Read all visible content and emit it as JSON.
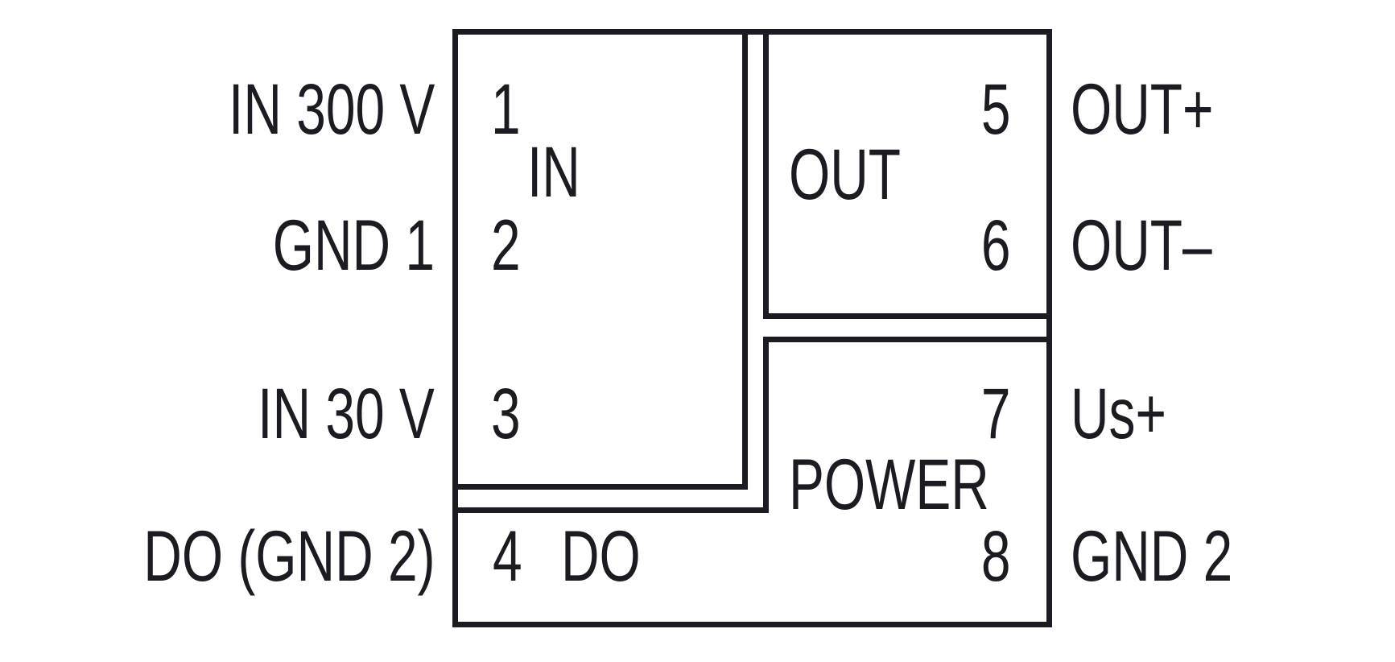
{
  "diagram": {
    "type": "terminal-connection-diagram",
    "colors": {
      "line": "#1a1c22",
      "background": "#ffffff"
    },
    "blocks": {
      "in": "IN",
      "out": "OUT",
      "power": "POWER",
      "do": "DO"
    },
    "pins": [
      {
        "number": "1",
        "external_label": "IN 300 V",
        "side": "left",
        "block": "IN"
      },
      {
        "number": "2",
        "external_label": "GND 1",
        "side": "left",
        "block": "IN"
      },
      {
        "number": "3",
        "external_label": "IN 30 V",
        "side": "left",
        "block": "IN"
      },
      {
        "number": "4",
        "external_label": "DO (GND 2)",
        "side": "left",
        "block": "DO"
      },
      {
        "number": "5",
        "external_label": "OUT+",
        "side": "right",
        "block": "OUT"
      },
      {
        "number": "6",
        "external_label": "OUT–",
        "side": "right",
        "block": "OUT"
      },
      {
        "number": "7",
        "external_label": "Us+",
        "side": "right",
        "block": "POWER"
      },
      {
        "number": "8",
        "external_label": "GND 2",
        "side": "right",
        "block": "POWER"
      }
    ]
  }
}
